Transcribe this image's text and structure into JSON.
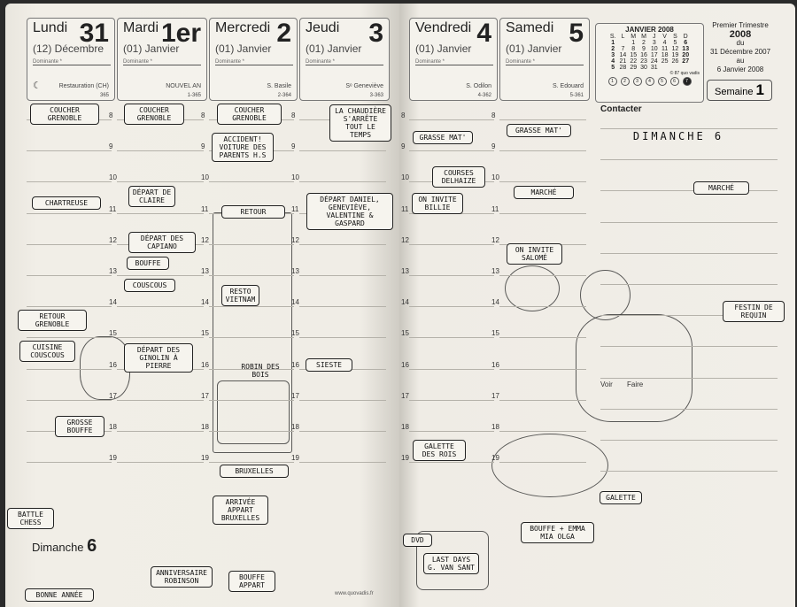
{
  "days": [
    {
      "name": "Lundi",
      "num": "31",
      "month": "(12) Décembre",
      "dominante": "Dominante *",
      "saint": "Restauration (CH)",
      "yday": "365",
      "moon": "☾"
    },
    {
      "name": "Mardi",
      "num": "1er",
      "month": "(01) Janvier",
      "dominante": "Dominante *",
      "saint": "NOUVEL AN",
      "yday": "1-365"
    },
    {
      "name": "Mercredi",
      "num": "2",
      "month": "(01) Janvier",
      "dominante": "Dominante *",
      "saint": "S. Basile",
      "yday": "2-364"
    },
    {
      "name": "Jeudi",
      "num": "3",
      "month": "(01) Janvier",
      "dominante": "Dominante *",
      "saint": "Sᵉ Geneviève",
      "yday": "3-363"
    },
    {
      "name": "Vendredi",
      "num": "4",
      "month": "(01) Janvier",
      "dominante": "Dominante *",
      "saint": "S. Odilon",
      "yday": "4-362"
    },
    {
      "name": "Samedi",
      "num": "5",
      "month": "(01) Janvier",
      "dominante": "Dominante *",
      "saint": "S. Edouard",
      "yday": "5-361"
    }
  ],
  "calendar": {
    "title": "JANVIER 2008",
    "headers": [
      "S.",
      "L",
      "M",
      "M",
      "J",
      "V",
      "S",
      "D"
    ],
    "rows": [
      [
        "1",
        "",
        "1",
        "2",
        "3",
        "4",
        "5",
        "6"
      ],
      [
        "2",
        "7",
        "8",
        "9",
        "10",
        "11",
        "12",
        "13"
      ],
      [
        "3",
        "14",
        "15",
        "16",
        "17",
        "18",
        "19",
        "20"
      ],
      [
        "4",
        "21",
        "22",
        "23",
        "24",
        "25",
        "26",
        "27"
      ],
      [
        "5",
        "28",
        "29",
        "30",
        "31",
        "",
        "",
        ""
      ]
    ],
    "credit": "© 87 quo vadis",
    "weekdays": [
      "1",
      "2",
      "3",
      "4",
      "5",
      "6",
      "7"
    ]
  },
  "trimestre": {
    "line1": "Premier Trimestre",
    "year": "2008",
    "du": "du",
    "from": "31 Décembre 2007",
    "au": "au",
    "to": "6 Janvier 2008"
  },
  "semaine": {
    "label": "Semaine",
    "num": "1"
  },
  "labels": {
    "contacter": "Contacter",
    "voir": "Voir",
    "faire": "Faire",
    "dimanche": "Dimanche",
    "dimanche_num": "6",
    "website": "www.quovadis.fr"
  },
  "hours": [
    "8",
    "9",
    "10",
    "11",
    "12",
    "13",
    "14",
    "15",
    "16",
    "17",
    "18",
    "19"
  ],
  "notes": {
    "n1": "Coucher Grenoble",
    "n2": "Coucher Grenoble",
    "n3": "Coucher Grenoble",
    "n4": "La chaudière s'arrête tout le temps",
    "n5": "Accident! Voiture des parents H.S",
    "n6": "Chartreuse",
    "n7": "Départ de Claire",
    "n8": "Retour",
    "n9": "Départ Daniel, Geneviève, Valentine & Gaspard",
    "n10": "Départ des Capiano",
    "n11": "Bouffe",
    "n12": "Couscous",
    "n13": "Retour Grenoble",
    "n14": "Cuisine couscous",
    "n15": "Départ des Ginolin à Pierre",
    "n16": "Sieste",
    "n17": "Grosse bouffe",
    "n18": "Bruxelles",
    "n19": "Arrivée appart Bruxelles",
    "n20": "Anniversaire Robinson",
    "n21": "Bonne année",
    "n22": "Battle Chess",
    "n23": "Bouffe appart",
    "n24": "Grasse mat'",
    "n25": "Grasse mat'",
    "n26": "Courses Delhaize",
    "n27": "On invite Billie",
    "n28": "Marché",
    "n29": "Marché",
    "n30": "On invite Salomé",
    "n31": "Festin de requin",
    "n32": "Dimanche 6",
    "n33": "Galette des rois",
    "n34": "Last Days G. Van Sant",
    "n35": "DVD",
    "n36": "Galette",
    "n37": "Bouffe + Emma Mia Olga",
    "n38": "Robin des bois",
    "n39": "Resto Vietnam"
  }
}
